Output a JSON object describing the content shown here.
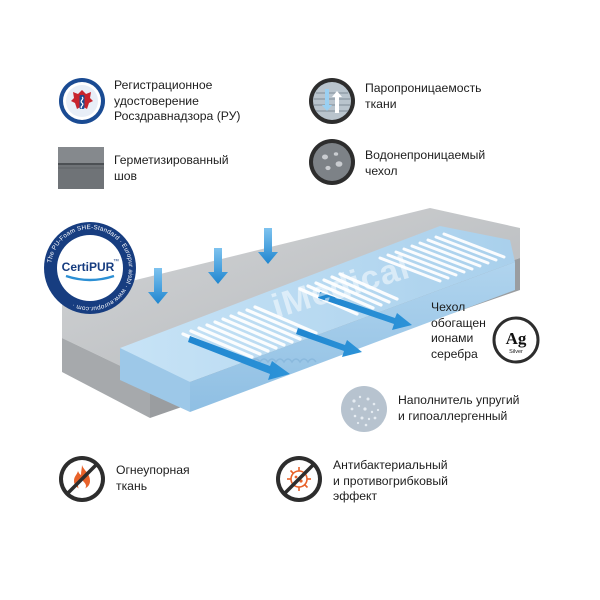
{
  "features": {
    "registration": {
      "text": "Регистрационное\nудостоверение\nРосздравнадзора (РУ)",
      "icon": "roszdravnadzor-emblem-icon"
    },
    "vapor": {
      "text": "Паропроницаемость\nткани",
      "icon": "breathable-fabric-icon"
    },
    "seam": {
      "text": "Герметизированный\nшов",
      "icon": "sealed-seam-icon"
    },
    "waterproof": {
      "text": "Водонепроницаемый\nчехол",
      "icon": "water-drops-icon"
    },
    "silver": {
      "text": "Чехол\nобогащен\nионами\nсеребра",
      "icon": "silver-ag-icon",
      "symbol": "Ag",
      "symbol_caption": "Silver"
    },
    "filler": {
      "text": "Наполнитель упругий\nи гипоаллергенный",
      "icon": "foam-texture-icon"
    },
    "fire": {
      "text": "Огнеупорная\nткань",
      "icon": "no-fire-icon"
    },
    "antibacterial": {
      "text": "Антибактериальный\nи противогрибковый\nэффект",
      "icon": "no-bacteria-icon"
    }
  },
  "certipur": {
    "ring_text": "The PU-Foam SHE-Standard · Europur aisbl · www.europur.com ·",
    "logo_text": "CertiPUR",
    "trademark": "™"
  },
  "watermark": "iMedical",
  "colors": {
    "navy": "#173d80",
    "foam_blue": "#bcdcf2",
    "cover_gray": "#b9bcbf",
    "arrow_blue": "#2b8fd4",
    "fire_orange": "#e8622a",
    "icon_dark": "#2d2d2d"
  }
}
